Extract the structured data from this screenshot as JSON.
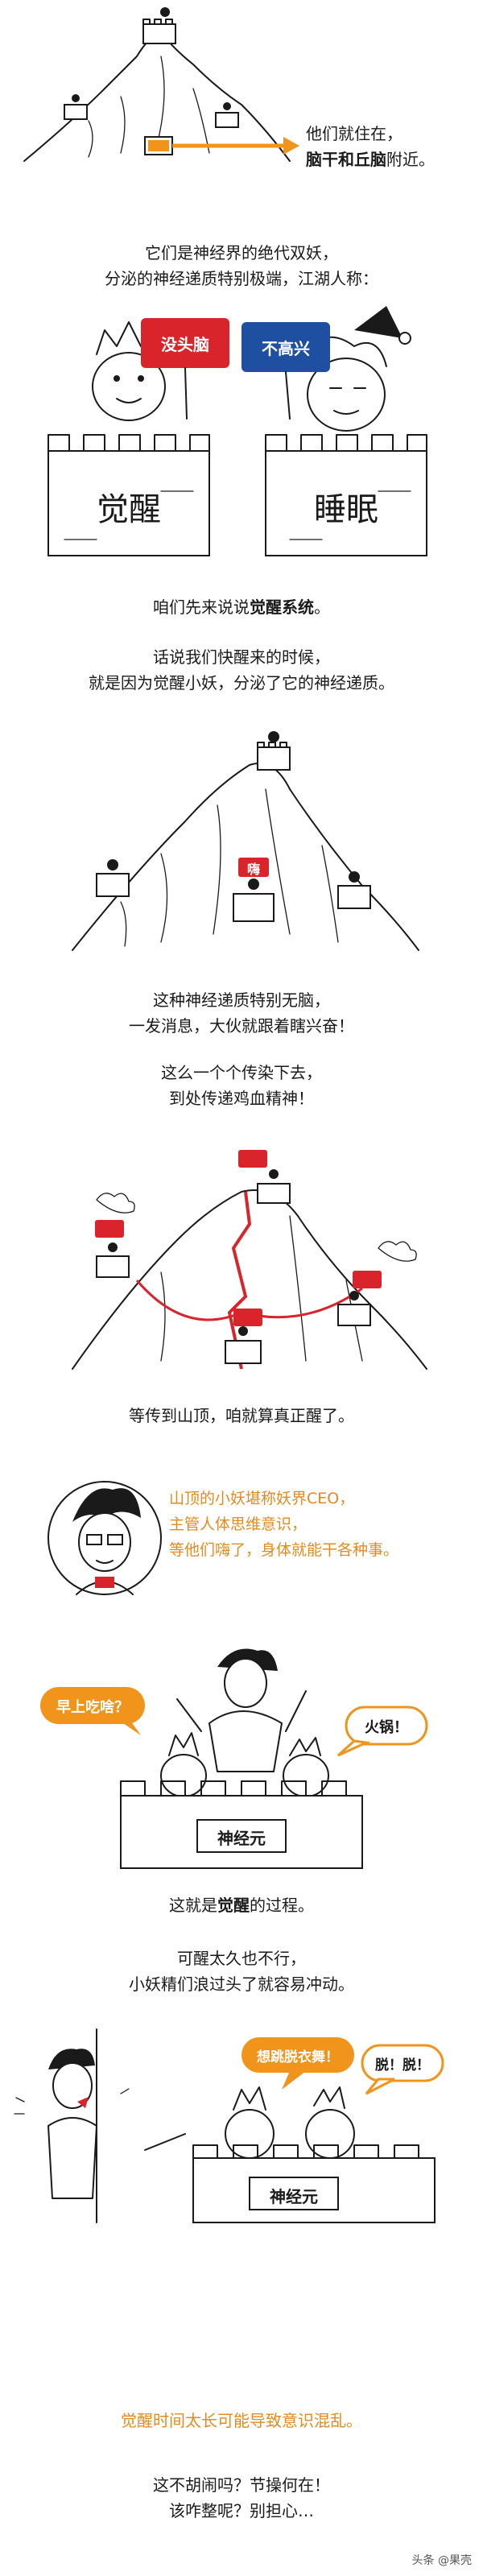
{
  "text": {
    "p1_line1": "他们就住在，",
    "p1_line2_bold": "脑干和丘脑",
    "p1_line2_rest": "附近。",
    "p2_line1": "它们是神经界的绝代双妖，",
    "p2_line2": "分泌的神经递质特别极端，江湖人称：",
    "sign_left": "没头脑",
    "sign_right": "不高兴",
    "wall_left": "觉醒",
    "wall_right": "睡眠",
    "p3_prefix": "咱们先来说说",
    "p3_bold": "觉醒系统",
    "p3_suffix": "。",
    "p4_line1": "话说我们快醒来的时候，",
    "p4_line2": "就是因为觉醒小妖，分泌了它的神经递质。",
    "hi_sign": "嗨",
    "p5_line1": "这种神经递质特别无脑，",
    "p5_line2": "一发消息，大伙就跟着瞎兴奋！",
    "p6_line1": "这么一个个传染下去，",
    "p6_line2": "到处传递鸡血精神！",
    "p7": "等传到山顶，咱就算真正醒了。",
    "ceo_line1": "山顶的小妖堪称妖界CEO，",
    "ceo_line2": "主管人体思维意识，",
    "ceo_line3": "等他们嗨了，身体就能干各种事。",
    "bubble_breakfast": "早上吃啥？",
    "bubble_hotpot": "火锅！",
    "wall_neuron": "神经元",
    "p8_prefix": "这就是",
    "p8_bold": "觉醒",
    "p8_suffix": "的过程。",
    "p9_line1": "可醒太久也不行，",
    "p9_line2": "小妖精们浪过头了就容易冲动。",
    "bubble_dance": "想跳脱衣舞！",
    "bubble_off": "脱！脱！",
    "wall_neuron2": "神经元",
    "p10": "觉醒时间太长可能导致意识混乱。",
    "p11_line1": "这不胡闹吗？节操何在！",
    "p11_line2": "该咋整呢？别担心…",
    "watermark": "头条 @果壳"
  },
  "colors": {
    "orange": "#f0941c",
    "red": "#d8242a",
    "blue": "#1f4fa0",
    "ink": "#1a1a1a"
  }
}
